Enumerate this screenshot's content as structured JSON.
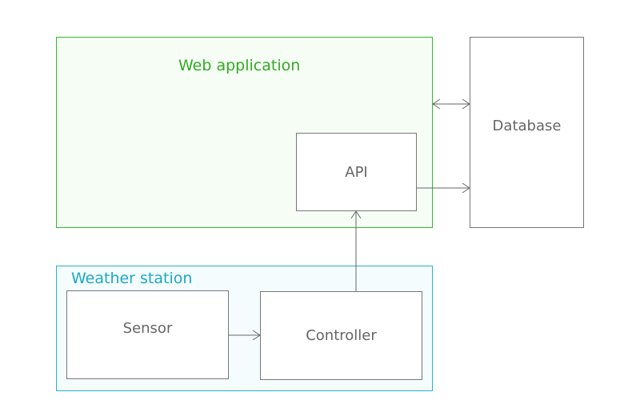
{
  "groups": {
    "web_application": {
      "title": "Web application",
      "color": "#33aa22"
    },
    "weather_station": {
      "title": "Weather station",
      "color": "#1aa9c4"
    }
  },
  "nodes": {
    "api": "API",
    "database": "Database",
    "sensor": "Sensor",
    "controller": "Controller"
  },
  "edges": [
    {
      "from": "Web application",
      "to": "Database",
      "direction": "both"
    },
    {
      "from": "API",
      "to": "Database",
      "direction": "forward"
    },
    {
      "from": "Controller",
      "to": "API",
      "direction": "forward"
    },
    {
      "from": "Sensor",
      "to": "Controller",
      "direction": "forward"
    }
  ]
}
